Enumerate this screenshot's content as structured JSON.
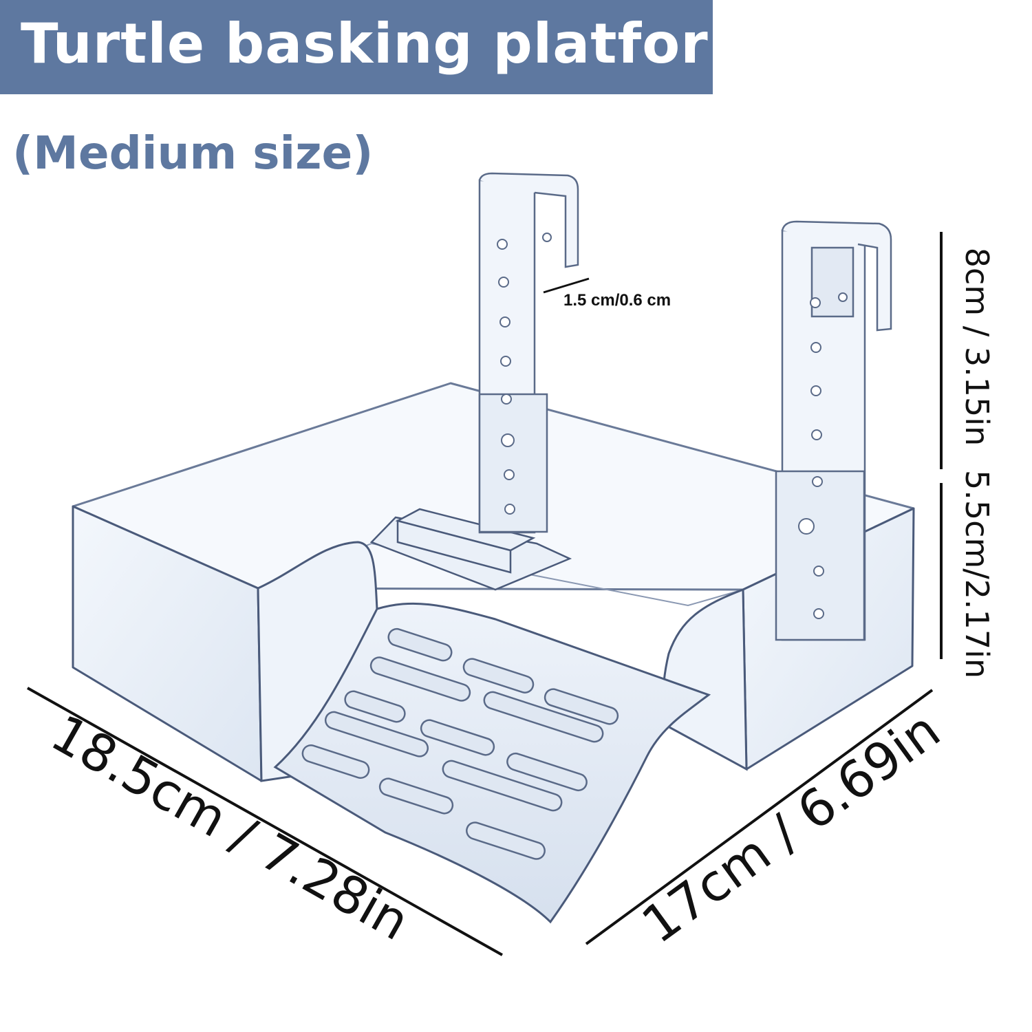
{
  "title": "Turtle basking platform",
  "subtitle": "(Medium size)",
  "dimensions": {
    "hook_thickness": "1.5 cm/0.6 cm",
    "hook_height": "8cm / 3.15in",
    "wall_height": "5.5cm/2.17in",
    "length": "18.5cm / 7.28in",
    "width": "17cm / 6.69in"
  },
  "colors": {
    "banner": "#5e78a0",
    "subtitle": "#5e78a0",
    "outline": "#4a5a7a"
  }
}
